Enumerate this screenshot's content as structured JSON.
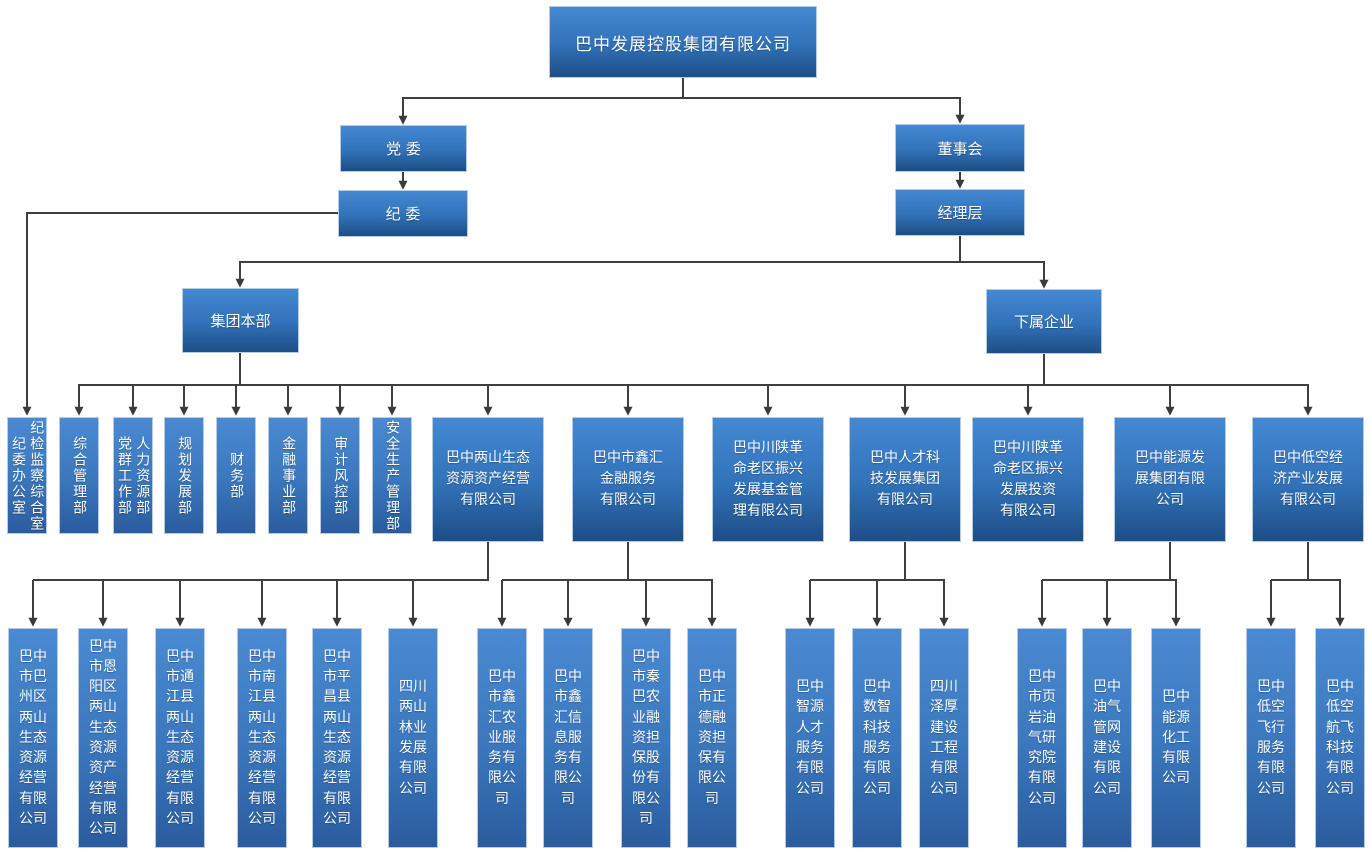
{
  "org": {
    "root": "巴中发展控股集团有限公司",
    "party_committee": "党 委",
    "discipline_committee": "纪 委",
    "board": "董事会",
    "management": "经理层",
    "hq": "集团本部",
    "subsidiaries_group": "下属企业",
    "departments": [
      "纪检监察综合室\n纪委办公室",
      "综合管理部",
      "人力资源部\n党群工作部",
      "规划发展部",
      "财务部",
      "金融事业部",
      "审计风控部",
      "安全生产管理部"
    ],
    "companies": [
      "巴中两山生态\n资源资产经营\n有限公司",
      "巴中市鑫汇\n金融服务\n有限公司",
      "巴中川陕革\n命老区振兴\n发展基金管\n理有限公司",
      "巴中人才科\n技发展集团\n有限公司",
      "巴中川陕革\n命老区振兴\n发展投资\n有限公司",
      "巴中能源发\n展集团有限\n公司",
      "巴中低空经\n济产业发展\n有限公司"
    ],
    "subcompanies": [
      "巴中\n市巴\n州区\n两山\n生态\n资源\n经营\n有限\n公司",
      "巴中\n市恩\n阳区\n两山\n生态\n资源\n资产\n经营\n有限\n公司",
      "巴中\n市通\n江县\n两山\n生态\n资源\n经营\n有限\n公司",
      "巴中\n市南\n江县\n两山\n生态\n资源\n经营\n有限\n公司",
      "巴中\n市平\n昌县\n两山\n生态\n资源\n经营\n有限\n公司",
      "四川\n两山\n林业\n发展\n有限\n公司",
      "巴中\n市鑫\n汇农\n业服\n务有\n限公\n司",
      "巴中\n市鑫\n汇信\n息服\n务有\n限公\n司",
      "巴中\n市秦\n巴农\n业融\n资担\n保股\n份有\n限公\n司",
      "巴中\n市正\n德融\n资担\n保有\n限公\n司",
      "巴中\n智源\n人才\n服务\n有限\n公司",
      "巴中\n数智\n科技\n服务\n有限\n公司",
      "四川\n泽厚\n建设\n工程\n有限\n公司",
      "巴中\n市页\n岩油\n气研\n究院\n有限\n公司",
      "巴中\n油气\n管网\n建设\n有限\n公司",
      "巴中\n能源\n化工\n有限\n公司",
      "巴中\n低空\n飞行\n服务\n有限\n公司",
      "巴中\n低空\n航飞\n科技\n有限\n公司"
    ]
  },
  "theme": {
    "node_top": "#4489d4",
    "node_mid": "#3273ba",
    "node_bottom": "#1d4e86",
    "tall_top": "#4a8ad2",
    "tall_mid": "#3b78be",
    "tall_bottom": "#2a5c9e",
    "connector": "#3f3f3f",
    "text": "#ffffff",
    "background": "#ffffff"
  }
}
